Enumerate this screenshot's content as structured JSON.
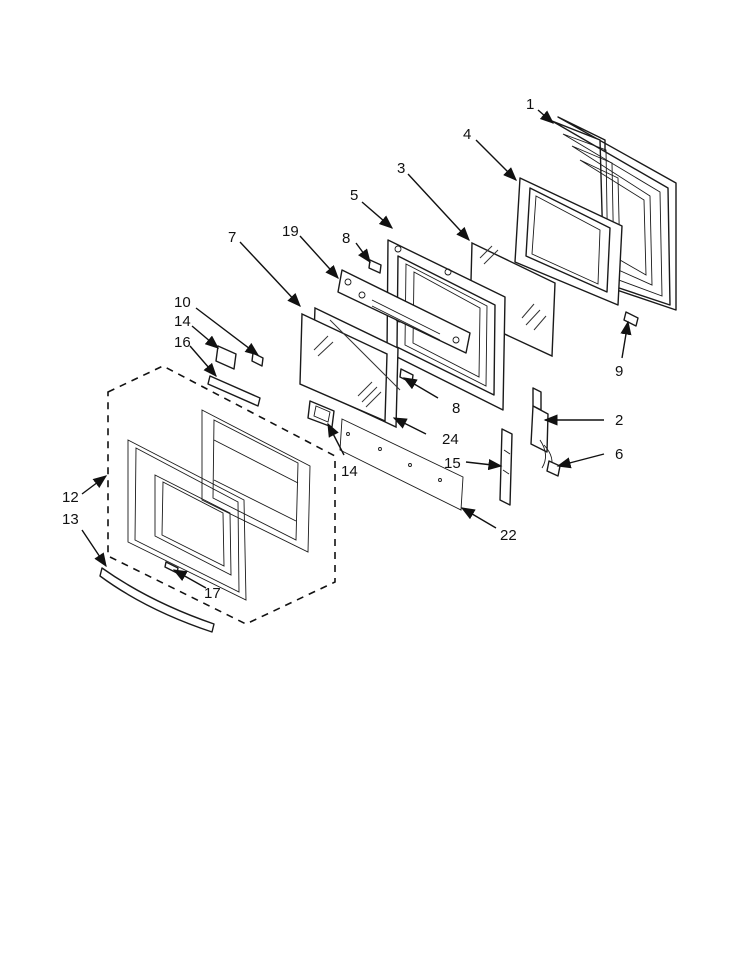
{
  "callouts": {
    "c1": "1",
    "c2": "2",
    "c3": "3",
    "c4": "4",
    "c5": "5",
    "c6": "6",
    "c7": "7",
    "c8a": "8",
    "c8b": "8",
    "c9": "9",
    "c10": "10",
    "c12": "12",
    "c13": "13",
    "c14a": "14",
    "c14b": "14",
    "c15": "15",
    "c16": "16",
    "c17": "17",
    "c19": "19",
    "c22": "22",
    "c24": "24"
  }
}
